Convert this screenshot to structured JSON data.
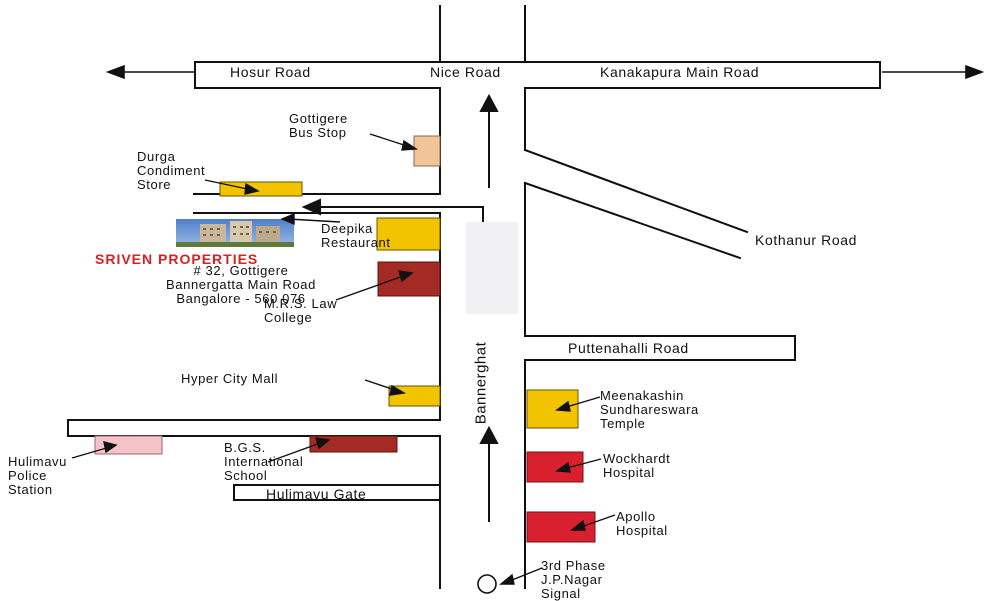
{
  "roads": {
    "hosur": "Hosur Road",
    "nice": "Nice Road",
    "kanakapura": "Kanakapura Main Road",
    "kothanur": "Kothanur Road",
    "puttenahalli": "Puttenahalli Road",
    "hulimavu_gate": "Hulimavu Gate",
    "bannerghatta": "Bannerghat"
  },
  "landmarks": {
    "gottigere_bus_stop": [
      "Gottigere",
      "Bus Stop"
    ],
    "durga_store": [
      "Durga",
      "Condiment",
      "Store"
    ],
    "deepika": [
      "Deepika",
      "Restaurant"
    ],
    "mrs_law": [
      "M.R.S. Law",
      "College"
    ],
    "hyper_city": "Hyper City Mall",
    "meenakashin": [
      "Meenakashin",
      "Sundhareswara",
      "Temple"
    ],
    "wockhardt": [
      "Wockhardt",
      "Hospital"
    ],
    "apollo": [
      "Apollo",
      "Hospital"
    ],
    "hulimavu_police": [
      "Hulimavu",
      "Police",
      "Station"
    ],
    "bgs_school": [
      "B.G.S.",
      "International",
      "School"
    ],
    "jp_nagar_signal": [
      "3rd Phase",
      "J.P.Nagar",
      "Signal"
    ]
  },
  "property": {
    "name": "SRIVEN PROPERTIES",
    "address": [
      "# 32, Gottigere",
      "Bannergatta Main Road",
      "Bangalore - 560 076"
    ]
  },
  "colors": {
    "road_line": "#111111",
    "yellow": "#f2c400",
    "peach": "#f2c49a",
    "maroon": "#a32a25",
    "red": "#d8202f",
    "pink": "#f5c3c7",
    "brand": "#d52222"
  }
}
